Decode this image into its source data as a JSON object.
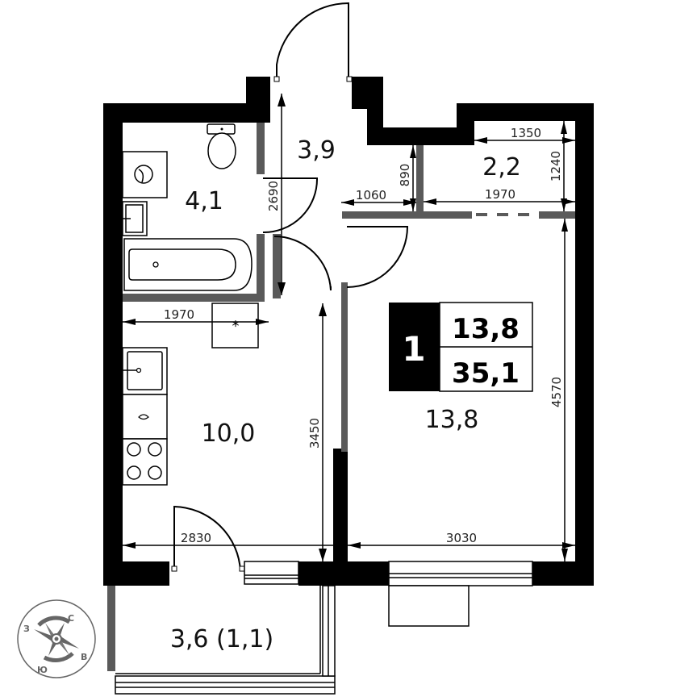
{
  "plan": {
    "type": "apartment floor plan",
    "rooms_count": "1",
    "living_area": "13,8",
    "total_area": "35,1",
    "colors": {
      "wall": "#000000",
      "partition": "#5a5a5a",
      "background": "#ffffff"
    }
  },
  "rooms": {
    "bathroom": {
      "area": "4,1"
    },
    "hallway": {
      "area": "3,9"
    },
    "storage": {
      "area": "2,2"
    },
    "kitchen": {
      "area": "10,0"
    },
    "living_room": {
      "area": "13,8"
    },
    "balcony": {
      "area": "3,6 (1,1)"
    }
  },
  "dimensions": {
    "storage_top_width": "1350",
    "storage_height": "1240",
    "storage_bottom_width": "1970",
    "hall_niche_width": "1060",
    "hall_niche_depth": "890",
    "hallway_length": "2690",
    "bathroom_width": "1970",
    "kitchen_length": "3450",
    "kitchen_width": "2830",
    "living_width": "3030",
    "living_length": "4570"
  },
  "compass": {
    "north": "С",
    "east": "В",
    "south": "Ю",
    "west": "З"
  }
}
